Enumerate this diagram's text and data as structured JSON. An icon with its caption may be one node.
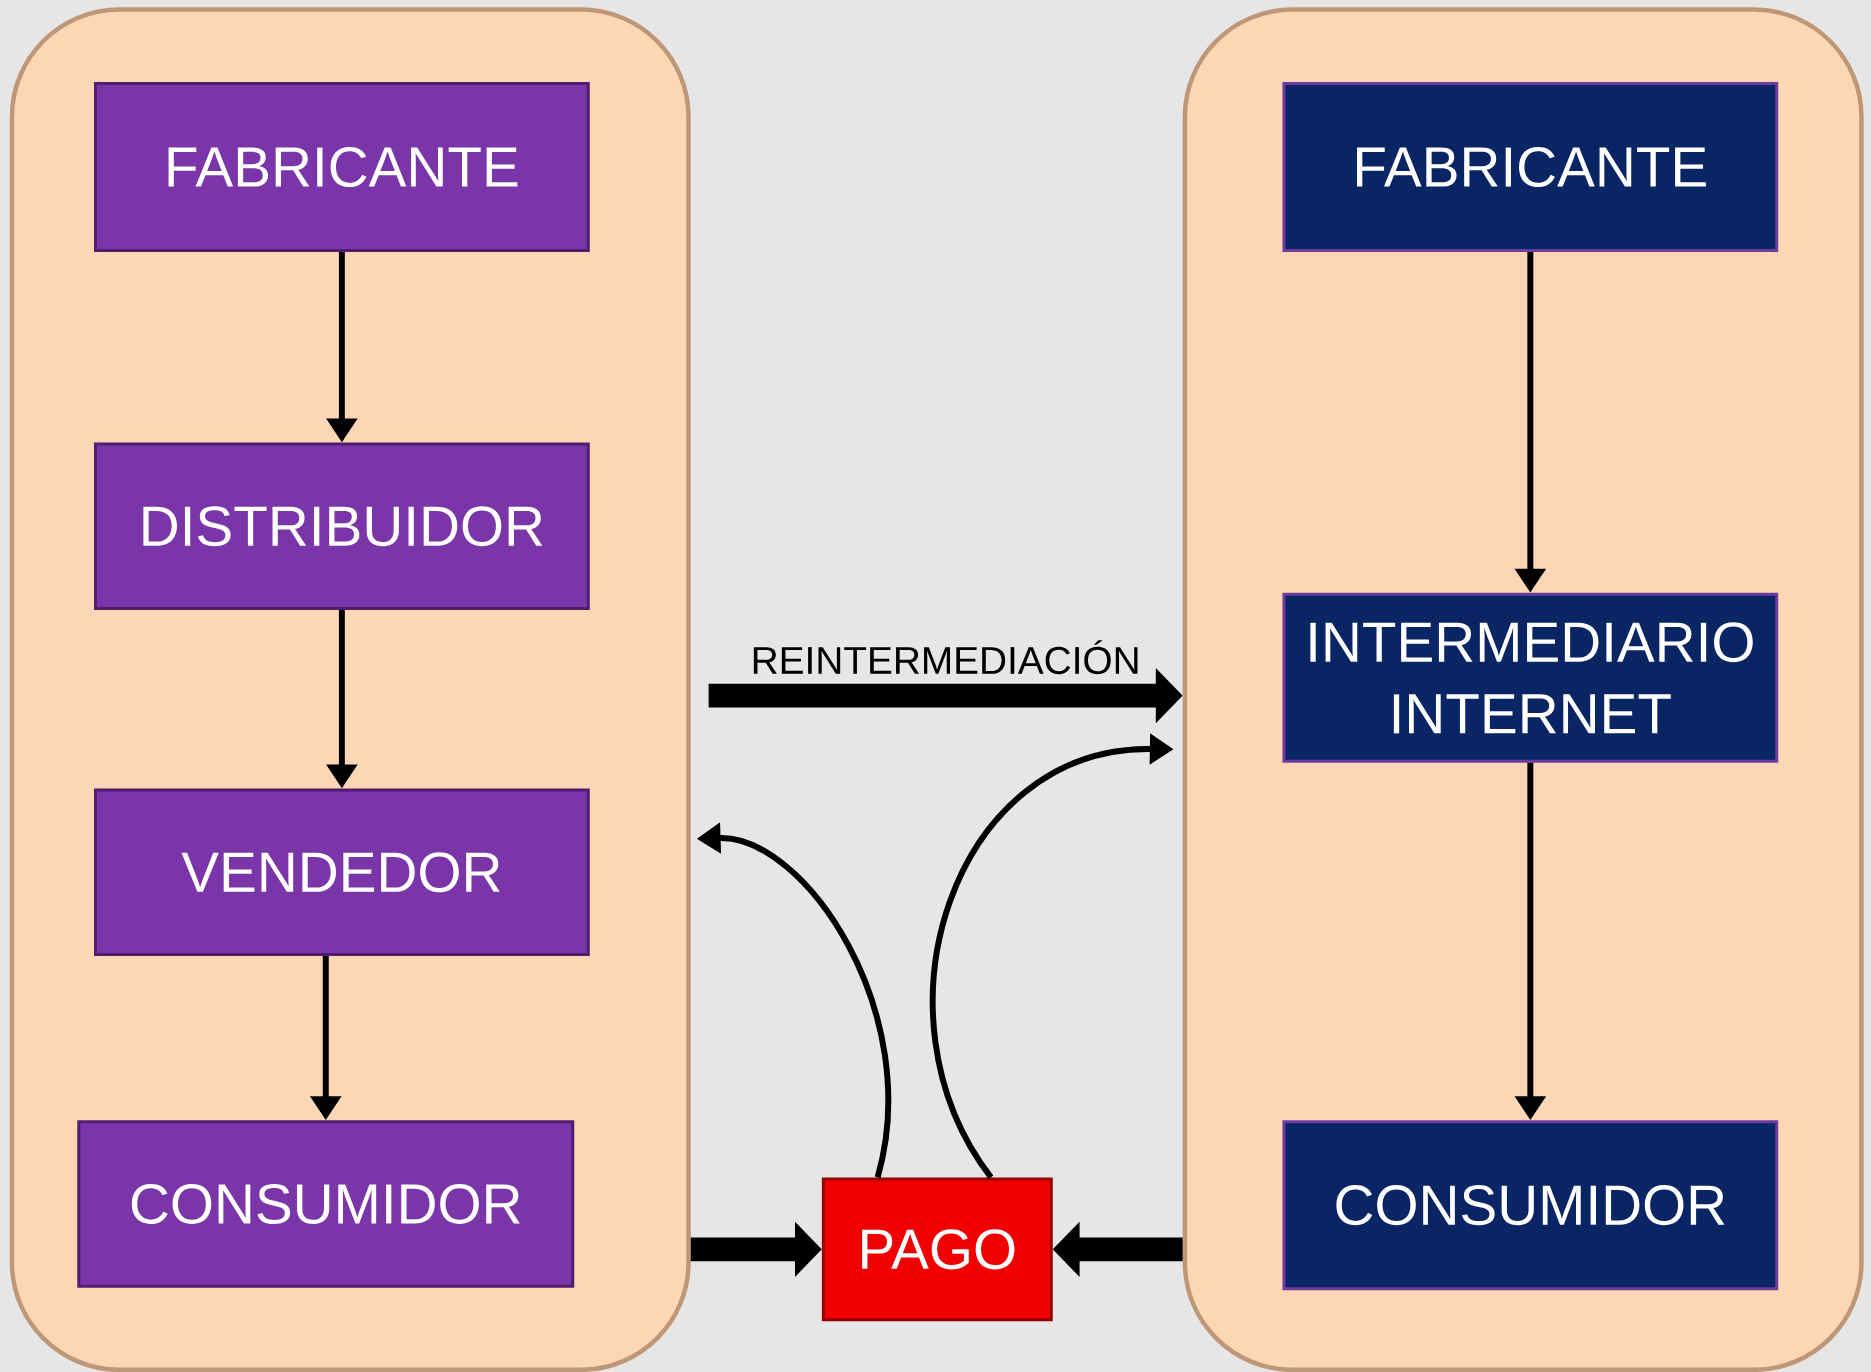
{
  "diagram": {
    "nodes": [
      {
        "text": [],
        "shape": "box"
      },
      {
        "text": [
          "FABRICANTE"
        ],
        "in": 0
      },
      {
        "text": [
          "DISTRIBUIDOR"
        ],
        "in": 0
      },
      {
        "text": [
          "VENDEDOR"
        ],
        "in": 0
      },
      {
        "text": [
          "CONSUMIDOR"
        ],
        "in": 0
      },
      {
        "text": [],
        "shape": "box"
      },
      {
        "text": [
          "FABRICANTE"
        ],
        "in": 5
      },
      {
        "text": [
          "INTERMEDIARIO INTERNET"
        ],
        "in": 5
      },
      {
        "text": [
          "CONSUMIDOR"
        ],
        "in": 5
      },
      {
        "text": [
          "PAGO"
        ]
      }
    ],
    "edges": [
      {
        "from": 1,
        "to": 2,
        "arrow": "to"
      },
      {
        "from": 2,
        "to": 3,
        "arrow": "to"
      },
      {
        "from": 3,
        "to": 4,
        "arrow": "to"
      },
      {
        "from": 6,
        "to": 7,
        "arrow": "to"
      },
      {
        "from": 7,
        "to": 8,
        "arrow": "to"
      },
      {
        "from": 0,
        "to": 5,
        "arrow": "to",
        "label": "REINTERMEDIACIÓN",
        "style": "thick"
      },
      {
        "from": 0,
        "to": 9,
        "arrow": "to",
        "style": "thick"
      },
      {
        "from": 5,
        "to": 9,
        "arrow": "to",
        "style": "thick"
      },
      {
        "from": 9,
        "to": 0,
        "arrow": "to"
      },
      {
        "from": 9,
        "to": 5,
        "arrow": "to"
      }
    ]
  }
}
